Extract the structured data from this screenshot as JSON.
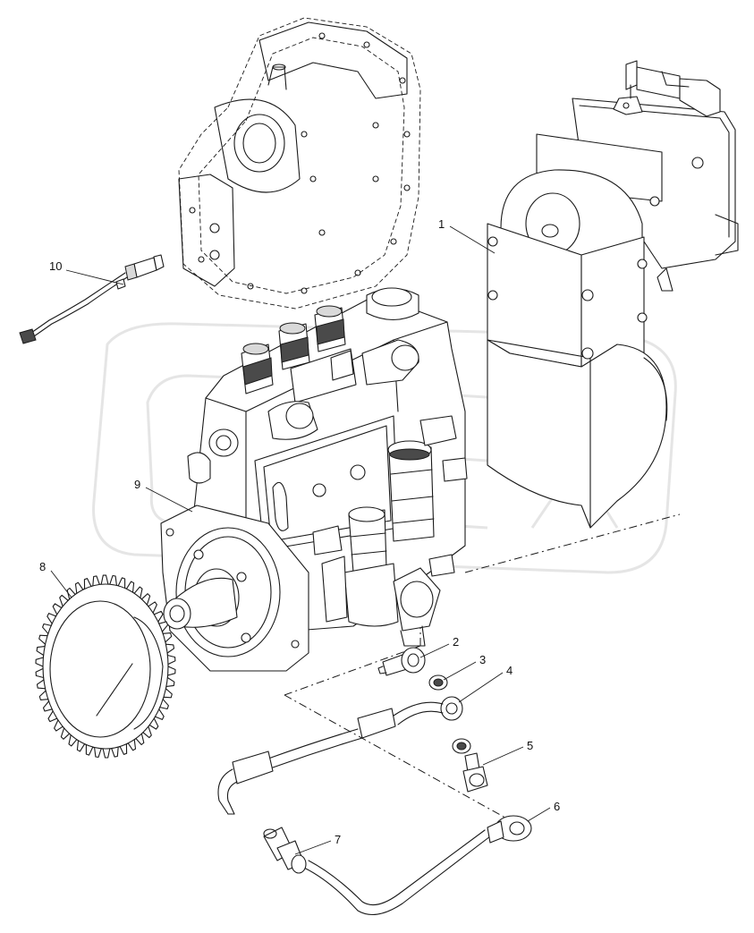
{
  "diagram": {
    "callouts": [
      {
        "id": "1",
        "label": "1"
      },
      {
        "id": "2",
        "label": "2"
      },
      {
        "id": "3",
        "label": "3"
      },
      {
        "id": "4",
        "label": "4"
      },
      {
        "id": "5",
        "label": "5"
      },
      {
        "id": "6",
        "label": "6"
      },
      {
        "id": "7",
        "label": "7"
      },
      {
        "id": "8",
        "label": "8"
      },
      {
        "id": "9",
        "label": "9"
      },
      {
        "id": "10",
        "label": "10"
      }
    ],
    "watermark_icon": "opex-watermark-logo",
    "colors": {
      "line": "#1a1a1a",
      "background": "#ffffff",
      "watermark": "#cfcfcf"
    }
  }
}
